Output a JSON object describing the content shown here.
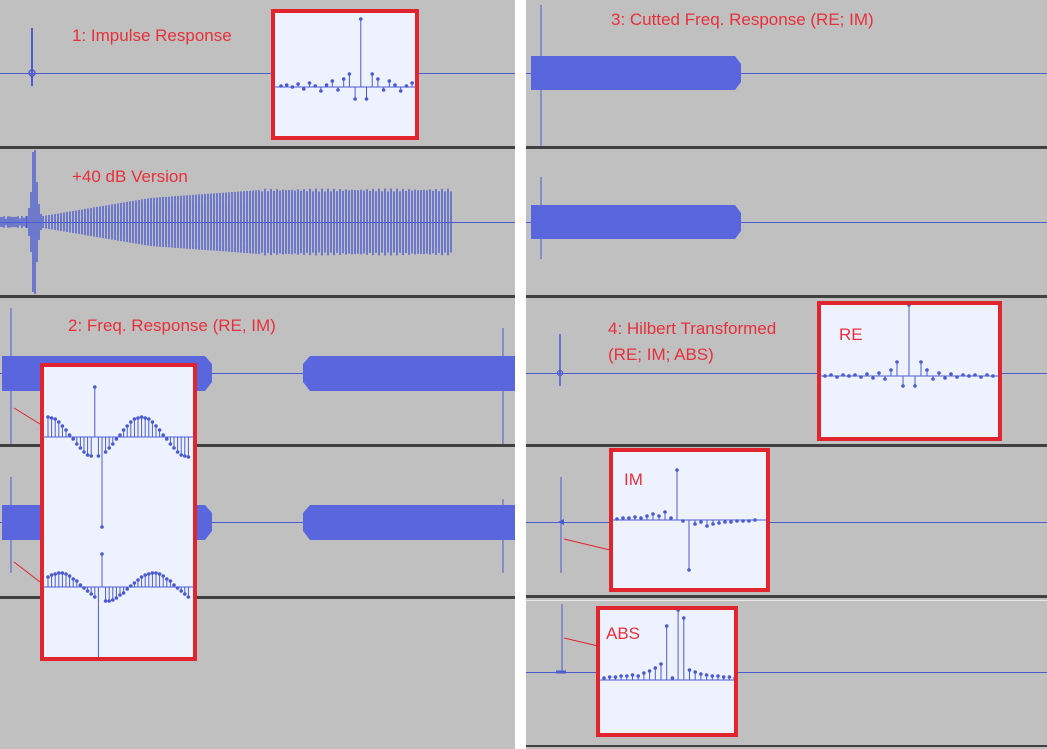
{
  "labels": {
    "impulse_response": "1: Impulse Response",
    "db_version": "+40 dB Version",
    "freq_response": "2: Freq. Response (RE, IM)",
    "cutted_freq_response": "3: Cutted Freq. Response (RE; IM)",
    "hilbert_line1": "4: Hilbert Transformed",
    "hilbert_line2": "(RE; IM; ABS)",
    "re": "RE",
    "im": "IM",
    "abs": "ABS"
  },
  "colors": {
    "background": "#c0c0c0",
    "waveform": "#4a5bd0",
    "waveform_fill": "#5a66dd",
    "highlight_box": "#e1242e",
    "label_text": "#e8303a",
    "zoom_background": "#eef2ff"
  }
}
